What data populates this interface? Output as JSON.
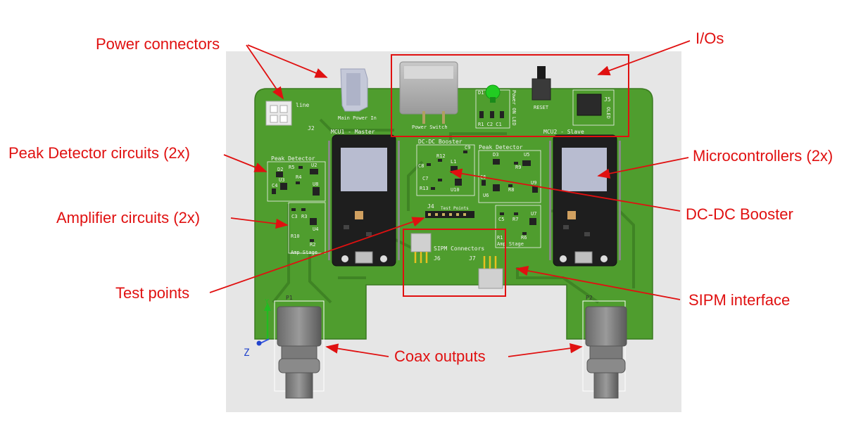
{
  "colors": {
    "annotation": "#e01010",
    "pcb": "#4f9d2e",
    "pcb_dark": "#3f8424",
    "silkscreen": "#f2f2f2",
    "module": "#1e1e1e",
    "render_bg": "#e6e6e6"
  },
  "callouts": {
    "power_connectors": "Power connectors",
    "ios": "I/Os",
    "peak_detector": "Peak Detector circuits (2x)",
    "microcontrollers": "Microcontrollers (2x)",
    "amplifier": "Amplifier circuits (2x)",
    "dcdc": "DC-DC  Booster",
    "test_points": "Test points",
    "sipm": "SIPM interface",
    "coax": "Coax outputs"
  },
  "board_labels": {
    "j2_line": "line",
    "j2": "J2",
    "main_power": "Main Power In",
    "power_switch": "Power Switch",
    "d1": "D1",
    "r1c2c1": "R1 C2 C1",
    "power_on_led": "Power ON LED",
    "reset": "RESET",
    "j5": "J5",
    "oled": "OLED",
    "mcu1": "MCU1 - Master",
    "mcu2": "MCU2 - Slave",
    "dcdc_booster": "DC-DC Booster",
    "peak_detector_left": "Peak Detector",
    "peak_detector_right": "Peak Detector",
    "amp_stage_left": "Amp Stage",
    "amp_stage_right": "Amp Stage",
    "test_points": "Test Points",
    "j4": "J4",
    "sipm_connectors": "SIPM Connectors",
    "j6": "J6",
    "j7": "J7",
    "p1": "P1",
    "p2": "P2",
    "axis_y": "Y",
    "axis_z": "Z",
    "refs_left": [
      "R5",
      "D2",
      "U2",
      "R4",
      "U3",
      "C4",
      "U8",
      "C3",
      "R3",
      "U4",
      "R10",
      "R2"
    ],
    "refs_dcdc": [
      "R12",
      "C9",
      "C8",
      "L1",
      "C7",
      "R13",
      "U10"
    ],
    "refs_right": [
      "D3",
      "U5",
      "R9",
      "C6",
      "U6",
      "R8",
      "U9",
      "C5",
      "R7",
      "U7",
      "R1",
      "R6"
    ]
  }
}
